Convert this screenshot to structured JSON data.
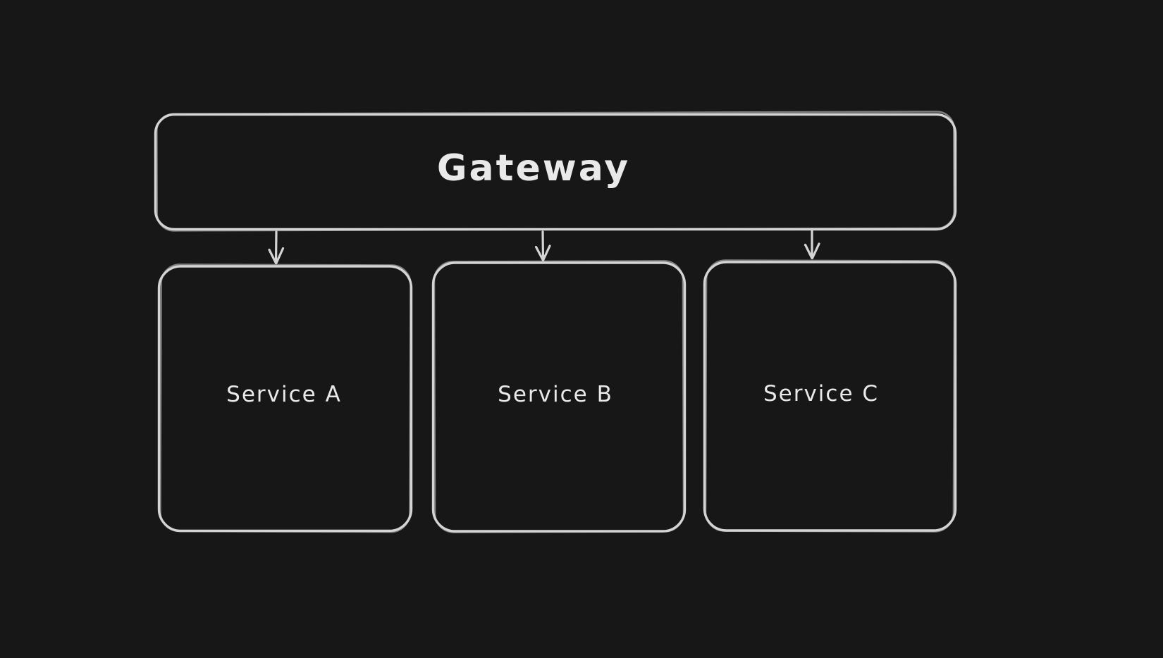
{
  "canvas": {
    "background_color": "#171717",
    "stroke_color": "#d4d4d4",
    "text_color": "#e9e9e9",
    "style": "hand-drawn"
  },
  "diagram": {
    "nodes": [
      {
        "id": "gateway",
        "label": "Gateway",
        "shape": "rounded-rectangle"
      },
      {
        "id": "service-a",
        "label": "Service A",
        "shape": "rounded-rectangle"
      },
      {
        "id": "service-b",
        "label": "Service B",
        "shape": "rounded-rectangle"
      },
      {
        "id": "service-c",
        "label": "Service C",
        "shape": "rounded-rectangle"
      }
    ],
    "edges": [
      {
        "from": "gateway",
        "to": "service-a",
        "type": "arrow-down"
      },
      {
        "from": "gateway",
        "to": "service-b",
        "type": "arrow-down"
      },
      {
        "from": "gateway",
        "to": "service-c",
        "type": "arrow-down"
      }
    ]
  }
}
